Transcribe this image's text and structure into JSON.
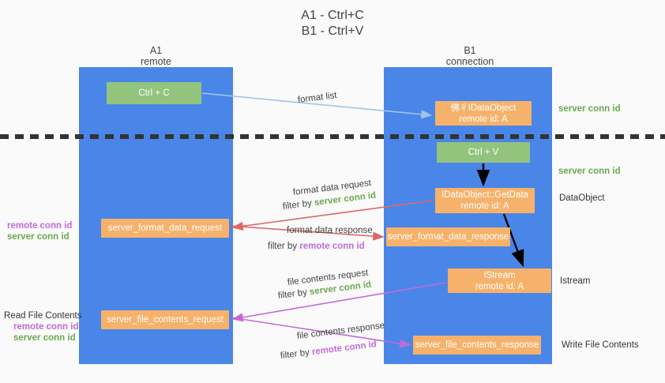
{
  "title": {
    "line1": "A1 - Ctrl+C",
    "line2": "B1 - Ctrl+V"
  },
  "columns": [
    {
      "name": "A1",
      "subtitle": "remote",
      "color": "#4a86e8"
    },
    {
      "name": "B1",
      "subtitle": "connection",
      "color": "#4a86e8"
    }
  ],
  "boxes": {
    "ctrl_c": {
      "line1": "Ctrl + C",
      "color": "#93c47d"
    },
    "data_object": {
      "line1": "IDataObject",
      "line1_prefix": "佛彳",
      "line2": "remote id: A",
      "color": "#f6b26b"
    },
    "ctrl_v": {
      "line1": "Ctrl + V",
      "color": "#93c47d"
    },
    "get_data": {
      "line1": "IDataObject::GetData",
      "line2": "remote id: A",
      "color": "#f6b26b"
    },
    "server_format_data_request": {
      "line1": "server_format_data_request",
      "color": "#f6b26b"
    },
    "server_format_data_response": {
      "line1": "server_format_data_response",
      "color": "#f6b26b"
    },
    "istream": {
      "line1": "IStream",
      "line2": "remote id: A",
      "color": "#f6b26b"
    },
    "server_file_contents_request": {
      "line1": "server_file_contents_request",
      "color": "#f6b26b"
    },
    "server_file_contents_response": {
      "line1": "server_file_contents_response",
      "color": "#f6b26b"
    }
  },
  "arrow_labels": {
    "format_list": "format list",
    "format_data_request": "format data request",
    "format_data_request_filter_prefix": "filter by ",
    "format_data_request_filter_value": "server conn id",
    "format_data_response": "format data response",
    "format_data_response_filter_prefix": "filter by ",
    "format_data_response_filter_value": "remote conn id",
    "file_contents_request": "file contents request",
    "file_contents_request_filter_prefix": "filter by ",
    "file_contents_request_filter_value": "server conn id",
    "file_contents_response": "file contents response",
    "file_contents_response_filter_prefix": "filter by ",
    "file_contents_response_filter_value": "remote conn id"
  },
  "right_labels": {
    "server_conn_id_top": "server conn id",
    "server_conn_id_mid": "server conn id",
    "data_object": "DataObject",
    "istream": "Istream",
    "write_file_contents": "Write File Contents"
  },
  "left_labels": {
    "mid_remote": "remote conn id",
    "mid_server": "server conn id",
    "read_file_contents": "Read File Contents",
    "low_remote": "remote conn id",
    "low_server": "server conn id"
  },
  "colors": {
    "column_blue": "#4a86e8",
    "box_green": "#93c47d",
    "box_orange": "#f6b26b",
    "green_text": "#6aa84f",
    "purple_text": "#c06bd8",
    "arrow_light_blue": "#9fc5e8",
    "arrow_red": "#e06666",
    "arrow_magenta": "#c06bd8",
    "arrow_dark": "#000000",
    "divider": "#333333",
    "background": "#fafafa"
  }
}
